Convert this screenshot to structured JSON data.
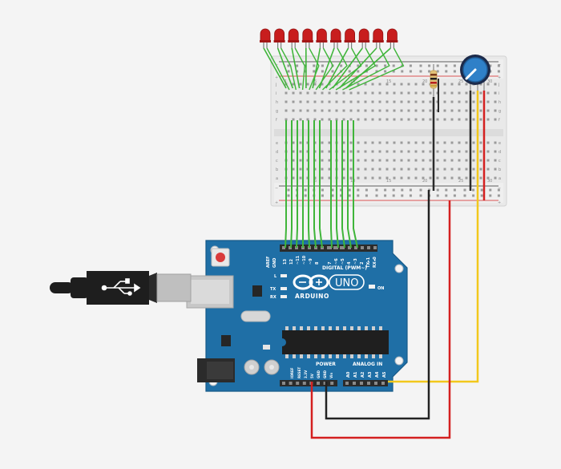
{
  "board": {
    "brand": "ARDUINO",
    "model": "UNO",
    "digital_header": "DIGITAL (PWM~)",
    "power_header": "POWER",
    "analog_header": "ANALOG IN",
    "on_label": "ON",
    "led_labels": [
      "L",
      "TX",
      "RX"
    ],
    "digital_pins": [
      "AREF",
      "GND",
      "13",
      "12",
      "~11",
      "~10",
      "~9",
      "8",
      "7",
      "~6",
      "~5",
      "4",
      "~3",
      "2",
      "TX▸1",
      "RX◂0"
    ],
    "power_pins": [
      "IOREF",
      "RESET",
      "3.3V",
      "5V",
      "GND",
      "GND",
      "Vin"
    ],
    "analog_pins": [
      "A0",
      "A1",
      "A2",
      "A3",
      "A4",
      "A5"
    ],
    "board_color": "#1f6fa6",
    "icon": "infinity-logo-icon"
  },
  "breadboard": {
    "row_letters_top": [
      "j",
      "i",
      "h",
      "g",
      "f"
    ],
    "row_letters_bottom": [
      "e",
      "d",
      "c",
      "b",
      "a"
    ],
    "column_numbers": [
      "1",
      "5",
      "10",
      "15",
      "20",
      "25",
      "30"
    ],
    "rail_plus": "+",
    "rail_minus": "−"
  },
  "components": {
    "led_count": 10,
    "led_color": "#c81e1e",
    "resistor": "resistor",
    "potentiometer": "potentiometer",
    "usb_cable": "usb-b-cable"
  },
  "wire_colors": {
    "signal": "#3fb53a",
    "ground": "#222222",
    "power": "#d42020",
    "analog": "#f2c81c"
  }
}
